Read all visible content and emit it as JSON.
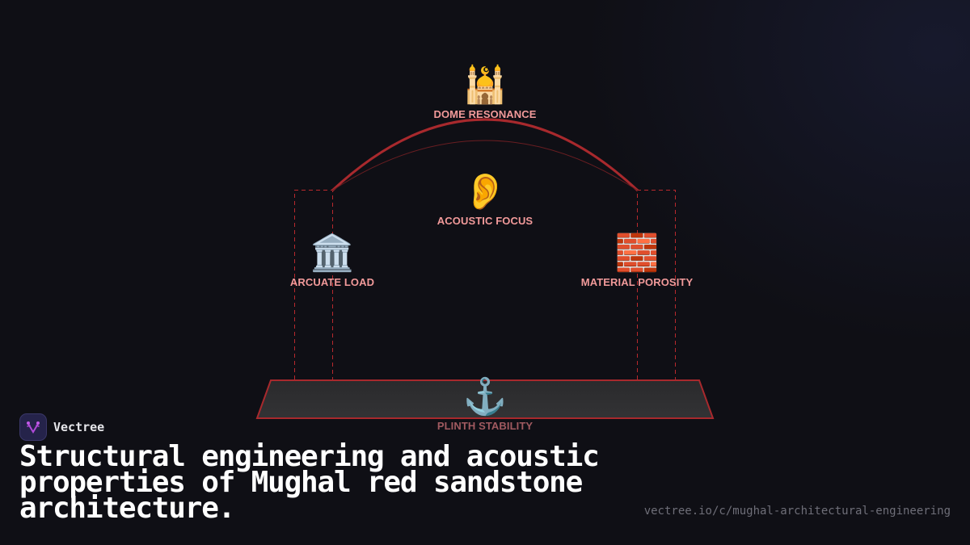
{
  "diagram": {
    "nodes": [
      {
        "id": "dome",
        "label": "DOME RESONANCE",
        "icon": "mosque-icon",
        "glyph": "🕌"
      },
      {
        "id": "acoustic",
        "label": "ACOUSTIC FOCUS",
        "icon": "ear-icon",
        "glyph": "👂"
      },
      {
        "id": "arcuate",
        "label": "ARCUATE LOAD",
        "icon": "classical-building-icon",
        "glyph": "🏛️"
      },
      {
        "id": "porosity",
        "label": "MATERIAL POROSITY",
        "icon": "brick-icon",
        "glyph": "🧱"
      },
      {
        "id": "plinth",
        "label": "PLINTH STABILITY",
        "icon": "anchor-icon",
        "glyph": "⚓"
      }
    ],
    "colors": {
      "accent": "#b8292d",
      "label": "#f29a9a",
      "plinth_label": "#a05a60",
      "plinth_fill": "#2e2e30",
      "background": "#0f0f15"
    }
  },
  "brand": {
    "name": "Vectree",
    "logo_color": "#b04ad8"
  },
  "footer": {
    "title": "Structural engineering and acoustic properties of Mughal red sandstone architecture.",
    "url": "vectree.io/c/mughal-architectural-engineering"
  }
}
